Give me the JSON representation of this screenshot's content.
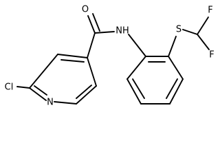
{
  "molecule": {
    "atoms": {
      "chlorine": "Cl",
      "ring_nitrogen": "N",
      "carbonyl_oxygen": "O",
      "amide_nitrogen": "NH",
      "sulfur": "S",
      "fluorine_top": "F",
      "fluorine_bottom": "F"
    },
    "colors": {
      "bond": "#000000",
      "label": "#000000",
      "background": "#ffffff"
    }
  }
}
